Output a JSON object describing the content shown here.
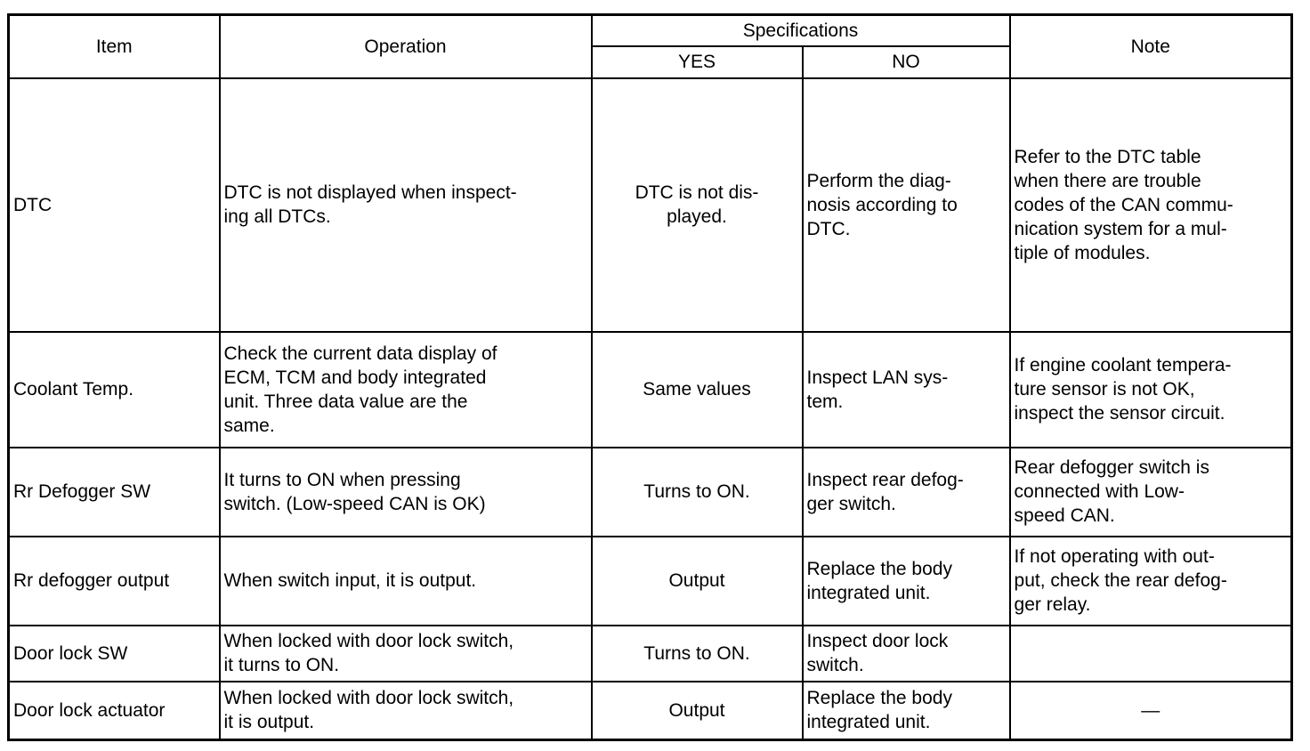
{
  "header": {
    "item": "Item",
    "operation": "Operation",
    "specifications": "Specifications",
    "yes": "YES",
    "no": "NO",
    "note": "Note"
  },
  "rows": [
    {
      "item": "DTC",
      "operation": "DTC is not displayed when inspect-\ning all DTCs.",
      "yes": "DTC is not dis-\nplayed.",
      "no": "Perform the diag-\nnosis according to\nDTC.",
      "note": "Refer to the DTC table\nwhen there are trouble\ncodes of the CAN commu-\nnication system for a mul-\ntiple of modules."
    },
    {
      "item": "Coolant Temp.",
      "operation": "Check the current data display of\nECM, TCM and body integrated\nunit. Three data value are the\nsame.",
      "yes": "Same values",
      "no": "Inspect LAN sys-\ntem.",
      "note": "If engine coolant tempera-\nture sensor is not OK,\ninspect the sensor circuit."
    },
    {
      "item": "Rr Defogger SW",
      "operation": "It turns to ON when pressing\nswitch. (Low-speed CAN is OK)",
      "yes": "Turns to ON.",
      "no": "Inspect rear defog-\nger switch.",
      "note": "Rear defogger switch is\nconnected with Low-\nspeed CAN."
    },
    {
      "item": "Rr defogger output",
      "operation": "When switch input, it is output.",
      "yes": "Output",
      "no": "Replace the body\nintegrated unit.",
      "note": "If not operating with out-\nput, check the rear defog-\nger relay."
    },
    {
      "item": "Door lock SW",
      "operation": "When locked with door lock switch,\nit turns to ON.",
      "yes": "Turns to ON.",
      "no": "Inspect door lock\nswitch.",
      "note": ""
    },
    {
      "item": "Door lock actuator",
      "operation": "When locked with door lock switch,\nit is output.",
      "yes": "Output",
      "no": "Replace the body\nintegrated unit.",
      "note": "—"
    }
  ],
  "colors": {
    "background": "#ffffff",
    "border": "#000000",
    "text": "#000000"
  }
}
